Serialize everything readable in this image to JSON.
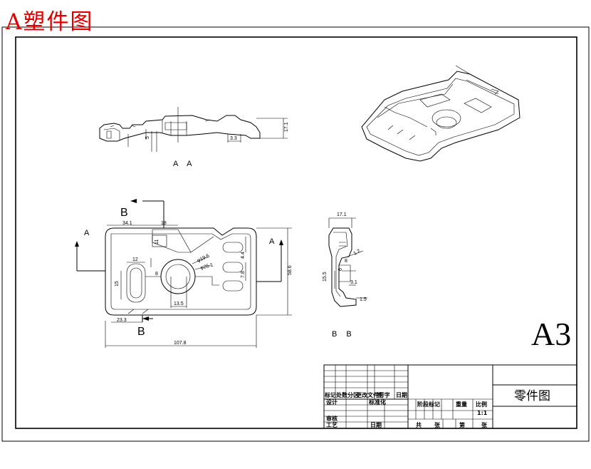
{
  "watermark": "A塑件图",
  "sheet_size": "A3",
  "section_labels": {
    "aa": "A A",
    "bb": "B B",
    "cut_a_left": "A",
    "cut_a_right": "A",
    "cut_b_top": "B",
    "cut_b_bottom": "B"
  },
  "dimensions": {
    "height_17_1": "17.1",
    "d_5": "5",
    "d_3_3": "3.3",
    "d_34_1": "34.1",
    "d_18": "18",
    "d_11": "11",
    "d_12": "12",
    "d_8": "8",
    "d_15": "15",
    "d_phi_2": "φ19.5",
    "d_phi_1": "φ25.1",
    "d_4_4": "4.4",
    "d_7_8": "7.8",
    "d_58_6": "58.6",
    "d_23_3": "23.3",
    "d_13_5": "13.5",
    "d_107_8": "107.8",
    "bb_17_1": "17.1",
    "bb_1_2": "1.2",
    "bb_3_1": "3.1",
    "bb_15_5": "15.5",
    "bb_6": "6",
    "bb_8": "8",
    "bb_1_5": "1.5"
  },
  "title_block": {
    "part_name": "零件图",
    "scale": "1:1",
    "row_marks": [
      "标记",
      "处数",
      "分区",
      "更改文件号",
      "签 字",
      "日期"
    ],
    "design": "设计",
    "standardize": "标准化",
    "stage_mark": "阶段标记",
    "weight": "重量",
    "scale_label": "比例",
    "review": "审核",
    "process": "工艺",
    "date": "日期",
    "total": "共",
    "sheet_word": "张",
    "nth": "第",
    "sheet_word2": "张"
  }
}
